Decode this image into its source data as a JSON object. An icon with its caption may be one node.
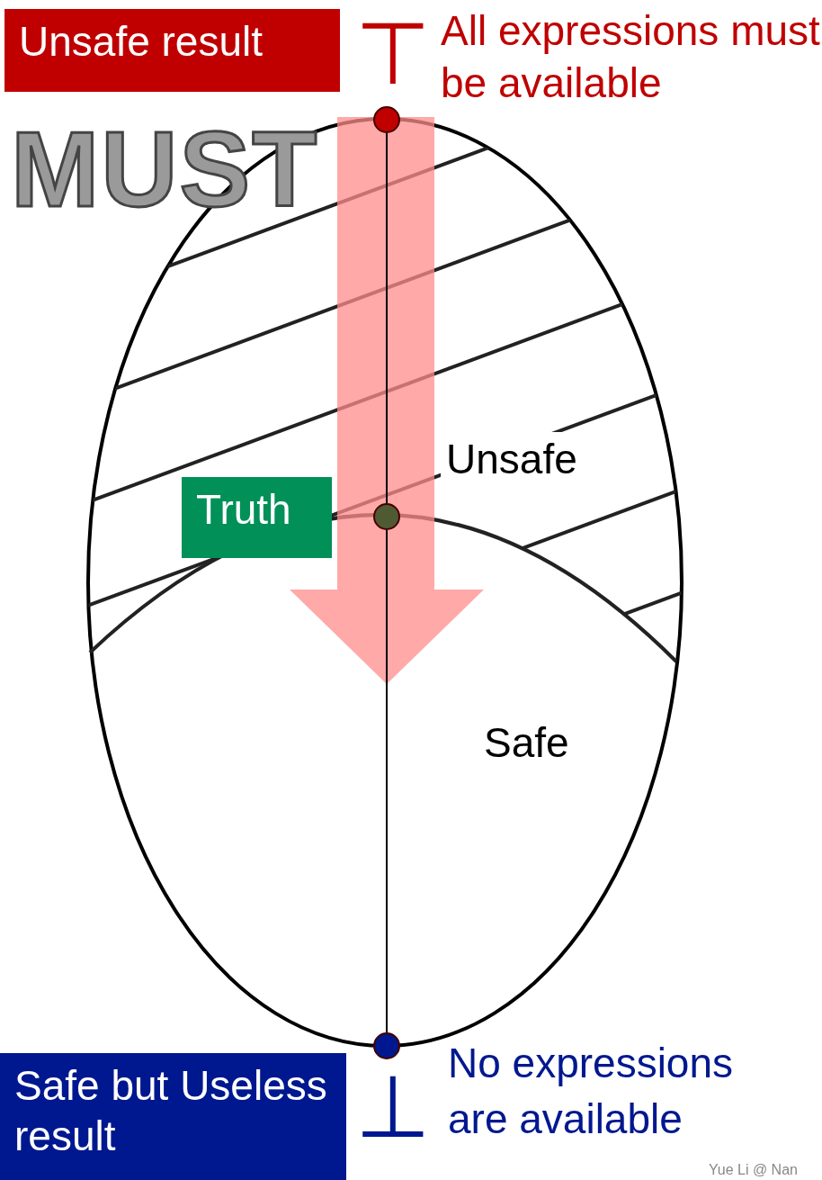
{
  "diagram": {
    "nodes": [
      {
        "text": [
          "Unsafe result"
        ]
      },
      {
        "text": [],
        "shape": "circle"
      },
      {
        "text": [
          "Truth"
        ]
      },
      {
        "text": [],
        "shape": "circle"
      },
      {
        "text": [],
        "shape": "circle"
      },
      {
        "text": [
          "Safe but Useless result"
        ]
      }
    ],
    "edges": [
      {
        "from": 1,
        "to": 3,
        "arrow": "none"
      },
      {
        "from": 3,
        "to": 4,
        "arrow": "none"
      }
    ],
    "labels": [
      "⊤",
      "All expressions must be available",
      "MUST",
      "Unsafe",
      "Safe",
      "No expressions are available",
      "⊥",
      "Yue Li @ Nan"
    ]
  }
}
